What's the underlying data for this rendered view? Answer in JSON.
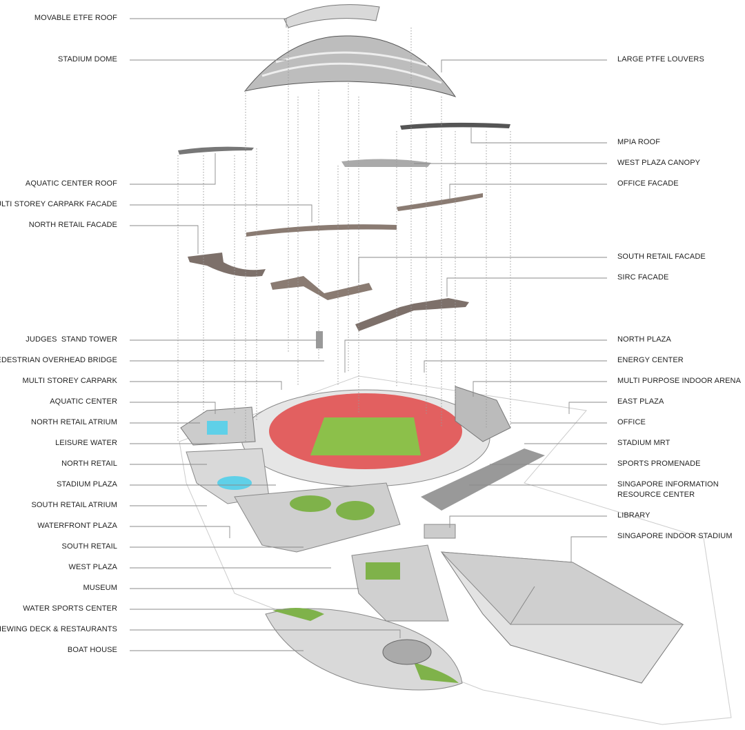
{
  "left_labels": [
    "MOVABLE ETFE ROOF",
    "STADIUM DOME",
    "AQUATIC CENTER ROOF",
    "MULTI STOREY CARPARK FACADE",
    "NORTH RETAIL FACADE",
    "JUDGES  STAND TOWER",
    "PEDESTRIAN OVERHEAD BRIDGE",
    "MULTI STOREY CARPARK",
    "AQUATIC CENTER",
    "NORTH RETAIL ATRIUM",
    "LEISURE WATER",
    "NORTH RETAIL",
    "STADIUM PLAZA",
    "SOUTH RETAIL ATRIUM",
    "WATERFRONT PLAZA",
    "SOUTH RETAIL",
    "WEST PLAZA",
    "MUSEUM",
    "WATER SPORTS CENTER",
    "VIEWING DECK & RESTAURANTS",
    "BOAT HOUSE"
  ],
  "right_labels": [
    "LARGE PTFE LOUVERS",
    "MPIA ROOF",
    "WEST PLAZA CANOPY",
    "OFFICE FACADE",
    "SOUTH RETAIL FACADE",
    "SIRC FACADE",
    "NORTH PLAZA",
    "ENERGY CENTER",
    "MULTI PURPOSE INDOOR ARENA",
    "EAST PLAZA",
    "OFFICE",
    "STADIUM MRT",
    "SPORTS PROMENADE",
    "SINGAPORE INFORMATION\nRESOURCE CENTER",
    "LIBRARY",
    "SINGAPORE INDOOR STADIUM"
  ],
  "colors": {
    "leader_line": "#8a8a8a",
    "roof": "#8c8c8c",
    "seating": "#e04848",
    "pitch": "#8cc04a",
    "landscape": "#7fb24a",
    "pool": "#5fd0e8",
    "facade": "#8a7b72"
  }
}
